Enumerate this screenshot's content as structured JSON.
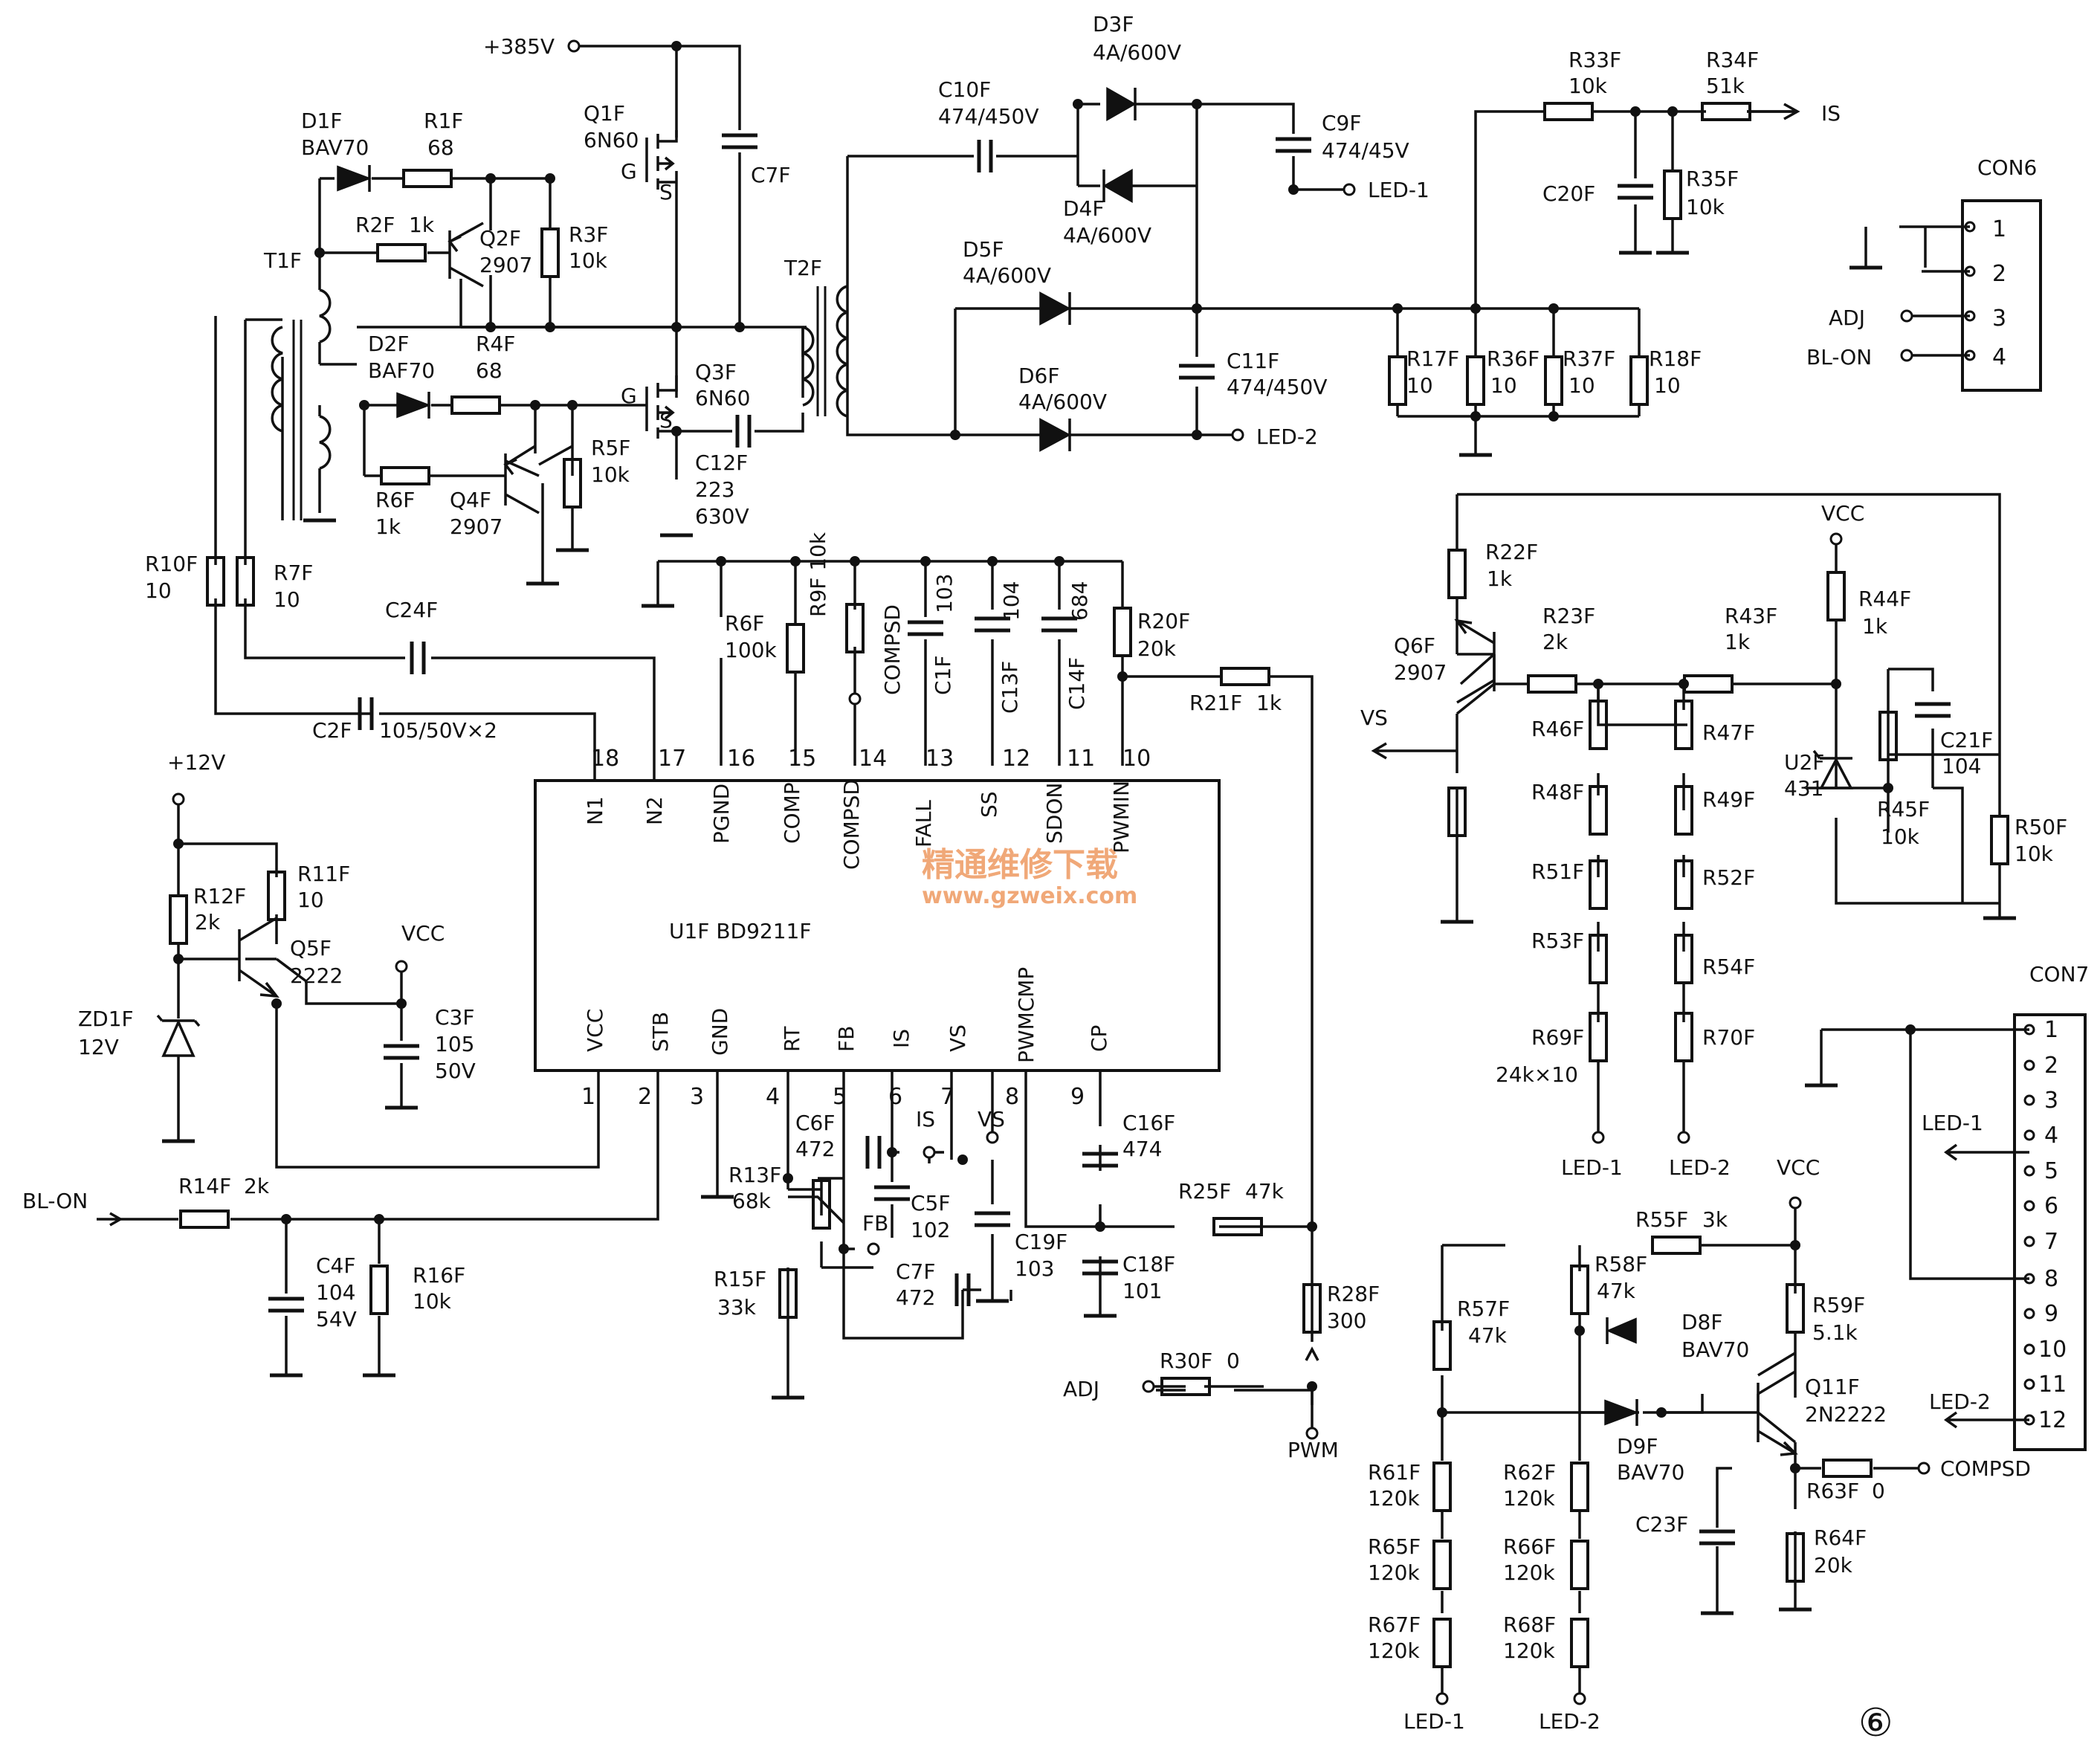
{
  "rails": {
    "hv": "+385V",
    "p12": "+12V",
    "vcc": "VCC"
  },
  "ic": {
    "title": "U1F  BD9211F",
    "top_pins": [
      {
        "num": "18",
        "name": "N1"
      },
      {
        "num": "17",
        "name": "N2"
      },
      {
        "num": "16",
        "name": "PGND"
      },
      {
        "num": "15",
        "name": "COMP"
      },
      {
        "num": "14",
        "name": "COMPSD"
      },
      {
        "num": "13",
        "name": "FALL"
      },
      {
        "num": "12",
        "name": "SS"
      },
      {
        "num": "11",
        "name": "SDON"
      },
      {
        "num": "10",
        "name": "PWMIN"
      }
    ],
    "bottom_pins": [
      {
        "num": "1",
        "name": "VCC"
      },
      {
        "num": "2",
        "name": "STB"
      },
      {
        "num": "3",
        "name": "GND"
      },
      {
        "num": "4",
        "name": "RT"
      },
      {
        "num": "5",
        "name": "FB"
      },
      {
        "num": "6",
        "name": "IS"
      },
      {
        "num": "7",
        "name": "VS"
      },
      {
        "num": "8",
        "name": "PWMCMP"
      },
      {
        "num": "9",
        "name": "CP"
      }
    ]
  },
  "components": {
    "D1F": {
      "ref": "D1F",
      "val": "BAV70"
    },
    "R1F": {
      "ref": "R1F",
      "val": "68"
    },
    "Q1F": {
      "ref": "Q1F",
      "val": "6N60"
    },
    "C7F_top": {
      "ref": "C7F",
      "val": ""
    },
    "R2F": {
      "ref": "R2F",
      "val": "1k"
    },
    "Q2F": {
      "ref": "Q2F",
      "val": "2907"
    },
    "R3F": {
      "ref": "R3F",
      "val": "10k"
    },
    "T1F": {
      "ref": "T1F",
      "val": ""
    },
    "D2F": {
      "ref": "D2F",
      "val": "BAF70"
    },
    "R4F": {
      "ref": "R4F",
      "val": "68"
    },
    "Q3F": {
      "ref": "Q3F",
      "val": "6N60"
    },
    "R5F": {
      "ref": "R5F",
      "val": "10k"
    },
    "R6F_low": {
      "ref": "R6F",
      "val": "1k"
    },
    "Q4F": {
      "ref": "Q4F",
      "val": "2907"
    },
    "C12F": {
      "ref": "C12F",
      "val": "223",
      "val2": "630V"
    },
    "T2F": {
      "ref": "T2F",
      "val": ""
    },
    "R10F": {
      "ref": "R10F",
      "val": "10"
    },
    "R7F": {
      "ref": "R7F",
      "val": "10"
    },
    "C24F": {
      "ref": "C24F",
      "val": ""
    },
    "C2F": {
      "ref": "C2F",
      "val": "105/50V×2"
    },
    "C10F": {
      "ref": "C10F",
      "val": "474/450V"
    },
    "D3F": {
      "ref": "D3F",
      "val": "4A/600V"
    },
    "D4F": {
      "ref": "D4F",
      "val": "4A/600V"
    },
    "C9F": {
      "ref": "C9F",
      "val": "474/45V"
    },
    "D5F": {
      "ref": "D5F",
      "val": "4A/600V"
    },
    "D6F": {
      "ref": "D6F",
      "val": "4A/600V"
    },
    "C11F": {
      "ref": "C11F",
      "val": "474/450V"
    },
    "R17F": {
      "ref": "R17F",
      "val": "10"
    },
    "R36F": {
      "ref": "R36F",
      "val": "10"
    },
    "R37F": {
      "ref": "R37F",
      "val": "10"
    },
    "R18F": {
      "ref": "R18F",
      "val": "10"
    },
    "R33F": {
      "ref": "R33F",
      "val": "10k"
    },
    "R34F": {
      "ref": "R34F",
      "val": "51k"
    },
    "C20F": {
      "ref": "C20F",
      "val": ""
    },
    "R35F": {
      "ref": "R35F",
      "val": "10k"
    },
    "R6F_ic": {
      "ref": "R6F",
      "val": "100k"
    },
    "R9F": {
      "ref": "R9F",
      "val": "10k"
    },
    "C1F": {
      "ref": "C1F",
      "val": "103"
    },
    "C13F": {
      "ref": "C13F",
      "val": "104"
    },
    "C14F": {
      "ref": "C14F",
      "val": "684"
    },
    "R20F": {
      "ref": "R20F",
      "val": "20k"
    },
    "R21F": {
      "ref": "R21F",
      "val": "1k"
    },
    "R11F": {
      "ref": "R11F",
      "val": "10"
    },
    "R12F": {
      "ref": "R12F",
      "val": "2k"
    },
    "Q5F": {
      "ref": "Q5F",
      "val": "2222"
    },
    "ZD1F": {
      "ref": "ZD1F",
      "val": "12V"
    },
    "C3F": {
      "ref": "C3F",
      "val": "105",
      "val2": "50V"
    },
    "R14F": {
      "ref": "R14F",
      "val": "2k"
    },
    "C4F": {
      "ref": "C4F",
      "val": "104",
      "val2": "54V"
    },
    "R16F": {
      "ref": "R16F",
      "val": "10k"
    },
    "C6F": {
      "ref": "C6F",
      "val": "472"
    },
    "R13F": {
      "ref": "R13F",
      "val": "68k"
    },
    "R15F": {
      "ref": "R15F",
      "val": "33k"
    },
    "C5F": {
      "ref": "C5F",
      "val": "102"
    },
    "C7F_low": {
      "ref": "C7F",
      "val": "472"
    },
    "C19F": {
      "ref": "C19F",
      "val": "103"
    },
    "C16F": {
      "ref": "C16F",
      "val": "474"
    },
    "C18F": {
      "ref": "C18F",
      "val": "101"
    },
    "R25F": {
      "ref": "R25F",
      "val": "47k"
    },
    "R28F": {
      "ref": "R28F",
      "val": "300"
    },
    "R30F": {
      "ref": "R30F",
      "val": "0"
    },
    "R22F": {
      "ref": "R22F",
      "val": "1k"
    },
    "Q6F": {
      "ref": "Q6F",
      "val": "2907"
    },
    "R23F": {
      "ref": "R23F",
      "val": "2k"
    },
    "R43F": {
      "ref": "R43F",
      "val": "1k"
    },
    "R44F": {
      "ref": "R44F",
      "val": "1k"
    },
    "C21F": {
      "ref": "C21F",
      "val": "104"
    },
    "U2F": {
      "ref": "U2F",
      "val": "431"
    },
    "R45F": {
      "ref": "R45F",
      "val": "10k"
    },
    "R50F": {
      "ref": "R50F",
      "val": "10k"
    },
    "R46F": {
      "ref": "R46F"
    },
    "R48F": {
      "ref": "R48F"
    },
    "R51F": {
      "ref": "R51F"
    },
    "R53F": {
      "ref": "R53F"
    },
    "R69F": {
      "ref": "R69F"
    },
    "R47F": {
      "ref": "R47F"
    },
    "R49F": {
      "ref": "R49F"
    },
    "R52F": {
      "ref": "R52F"
    },
    "R54F": {
      "ref": "R54F"
    },
    "R70F": {
      "ref": "R70F"
    },
    "string_note": "24k×10",
    "R55F": {
      "ref": "R55F",
      "val": "3k"
    },
    "R57F": {
      "ref": "R57F",
      "val": "47k"
    },
    "R58F": {
      "ref": "R58F",
      "val": "47k"
    },
    "D8F": {
      "ref": "D8F",
      "val": "BAV70"
    },
    "D9F": {
      "ref": "D9F",
      "val": "BAV70"
    },
    "R59F": {
      "ref": "R59F",
      "val": "5.1k"
    },
    "Q11F": {
      "ref": "Q11F",
      "val": "2N2222"
    },
    "R63F": {
      "ref": "R63F",
      "val": "0"
    },
    "C23F": {
      "ref": "C23F",
      "val": ""
    },
    "R64F": {
      "ref": "R64F",
      "val": "20k"
    },
    "R61F": {
      "ref": "R61F",
      "val": "120k"
    },
    "R65F": {
      "ref": "R65F",
      "val": "120k"
    },
    "R67F": {
      "ref": "R67F",
      "val": "120k"
    },
    "R62F": {
      "ref": "R62F",
      "val": "120k"
    },
    "R66F": {
      "ref": "R66F",
      "val": "120k"
    },
    "R68F": {
      "ref": "R68F",
      "val": "120k"
    }
  },
  "nets": {
    "led1": "LED-1",
    "led2": "LED-2",
    "is": "IS",
    "vs": "VS",
    "fb": "FB",
    "adj": "ADJ",
    "bl_on": "BL-ON",
    "pwm": "PWM",
    "compsd": "COMPSD",
    "g": "G",
    "s": "S"
  },
  "con6": {
    "title": "CON6",
    "pins": [
      "1",
      "2",
      "3",
      "4"
    ]
  },
  "con7": {
    "title": "CON7",
    "pins": [
      "1",
      "2",
      "3",
      "4",
      "5",
      "6",
      "7",
      "8",
      "9",
      "10",
      "11",
      "12"
    ]
  },
  "watermark": {
    "cn": "精通维修下载",
    "url": "www.gzweix.com"
  },
  "figure_no": "⑥"
}
